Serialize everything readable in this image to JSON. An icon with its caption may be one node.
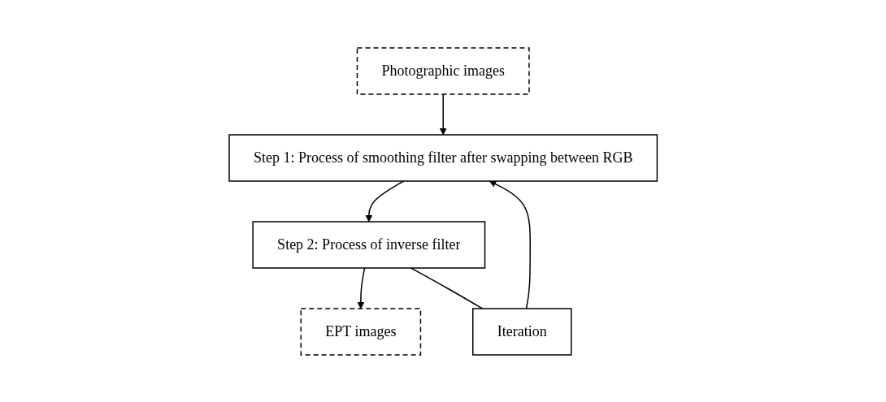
{
  "diagram": {
    "nodes": [
      {
        "text": [
          "Photographic images"
        ]
      },
      {
        "text": [
          "Step 1: Process of smoothing filter after swapping between RGB"
        ]
      },
      {
        "text": [
          "Iteration"
        ]
      },
      {
        "text": [
          "Step 2: Process of inverse filter"
        ]
      },
      {
        "text": [
          "EPT images"
        ]
      }
    ],
    "edges": [
      {
        "from": 0,
        "to": 1,
        "arrow": "to"
      },
      {
        "from": 1,
        "to": 3,
        "arrow": "to"
      },
      {
        "from": 3,
        "to": 4,
        "arrow": "to"
      },
      {
        "from": 3,
        "to": 2,
        "arrow": "none"
      },
      {
        "from": 2,
        "to": 1,
        "arrow": "to"
      }
    ]
  }
}
